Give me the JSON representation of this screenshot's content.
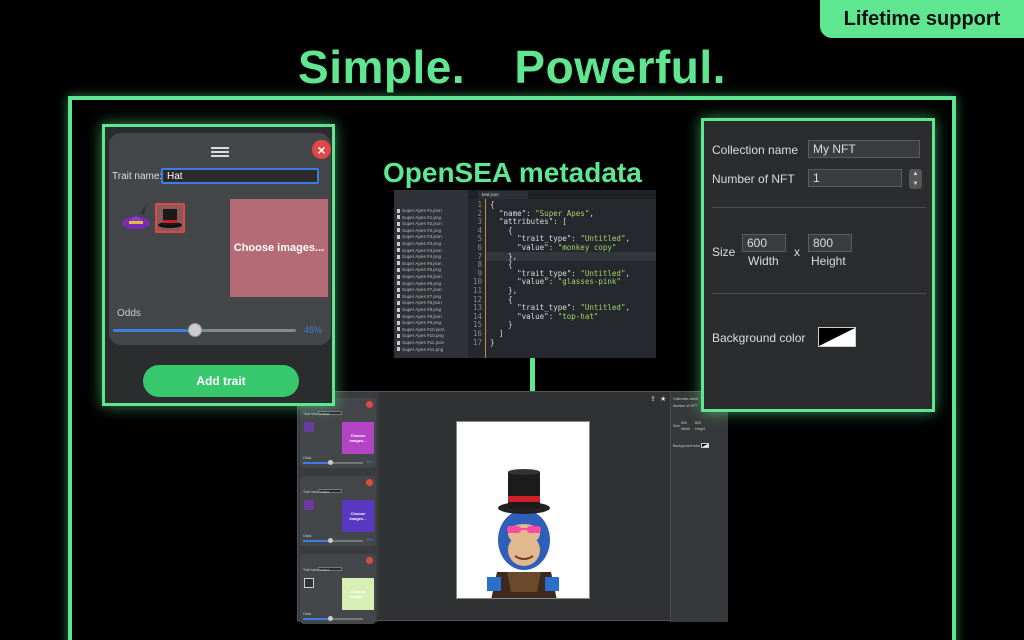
{
  "badge": "Lifetime support",
  "headline": {
    "part1": "Simple.",
    "part2": "Powerful."
  },
  "trait_panel": {
    "trait_label": "Trait name:",
    "trait_value": "Hat",
    "choose_images": "Choose images...",
    "odds_label": "Odds",
    "odds_value": "45%",
    "odds_fraction": 0.45,
    "add_trait": "Add trait",
    "close": "×"
  },
  "metadata": {
    "title": "OpenSEA metadata",
    "tab": "test.json",
    "files": [
      "Super Apes #1.json",
      "Super Apes #1.png",
      "Super Apes #2.json",
      "Super Apes #2.png",
      "Super Apes #3.json",
      "Super Apes #3.png",
      "Super Apes #4.json",
      "Super Apes #4.png",
      "Super Apes #5.json",
      "Super Apes #5.png",
      "Super Apes #6.json",
      "Super Apes #6.png",
      "Super Apes #7.json",
      "Super Apes #7.png",
      "Super Apes #8.json",
      "Super Apes #8.png",
      "Super Apes #9.json",
      "Super Apes #9.png",
      "Super Apes #10.json",
      "Super Apes #10.png",
      "Super Apes #11.json",
      "Super Apes #11.png"
    ],
    "line_numbers": [
      "1",
      "2",
      "3",
      "4",
      "5",
      "6",
      "7",
      "8",
      "9",
      "10",
      "11",
      "12",
      "13",
      "14",
      "15",
      "16",
      "17"
    ],
    "code": [
      "{",
      "  \"name\": \"Super Apes\",",
      "  \"attributes\": [",
      "    {",
      "      \"trait_type\": \"Untitled\",",
      "      \"value\": \"monkey copy\"",
      "    },",
      "    {",
      "      \"trait_type\": \"Untitled\",",
      "      \"value\": \"glasses-pink\"",
      "    },",
      "    {",
      "      \"trait_type\": \"Untitled\",",
      "      \"value\": \"top-hat\"",
      "    }",
      "  ]",
      "}"
    ]
  },
  "settings": {
    "collection_label": "Collection name",
    "collection_value": "My NFT",
    "number_label": "Number of NFT",
    "number_value": "1",
    "size_label": "Size",
    "width_value": "600",
    "width_label": "Width",
    "x_label": "x",
    "height_value": "800",
    "height_label": "Height",
    "bg_label": "Background color"
  },
  "app": {
    "cards": [
      {
        "trait_label": "Trait name:",
        "trait_value": "Untitled",
        "choose": "Choose images...",
        "drop_color": "#b344c4",
        "odds": "Odds",
        "pct": "45%",
        "fraction": 0.45
      },
      {
        "trait_label": "Trait name:",
        "trait_value": "Untitled",
        "choose": "Choose images...",
        "drop_color": "#5838c0",
        "odds": "Odds",
        "pct": "45%",
        "fraction": 0.45
      },
      {
        "trait_label": "Trait name:",
        "trait_value": "Untitled",
        "choose": "Choose images...",
        "drop_color": "#d7efb4",
        "odds": "Odds",
        "pct": "",
        "fraction": 0.45
      }
    ],
    "right": {
      "collection_label": "Collection name",
      "number_label": "Number of NFT",
      "size_label": "Size",
      "width_label": "Width",
      "height_label": "Height",
      "width_value": "600",
      "height_value": "800",
      "bg_label": "Background color"
    }
  },
  "colors": {
    "accent": "#5fe690",
    "button": "#37c86e",
    "close": "#e04848",
    "slider": "#3d7ee0"
  }
}
